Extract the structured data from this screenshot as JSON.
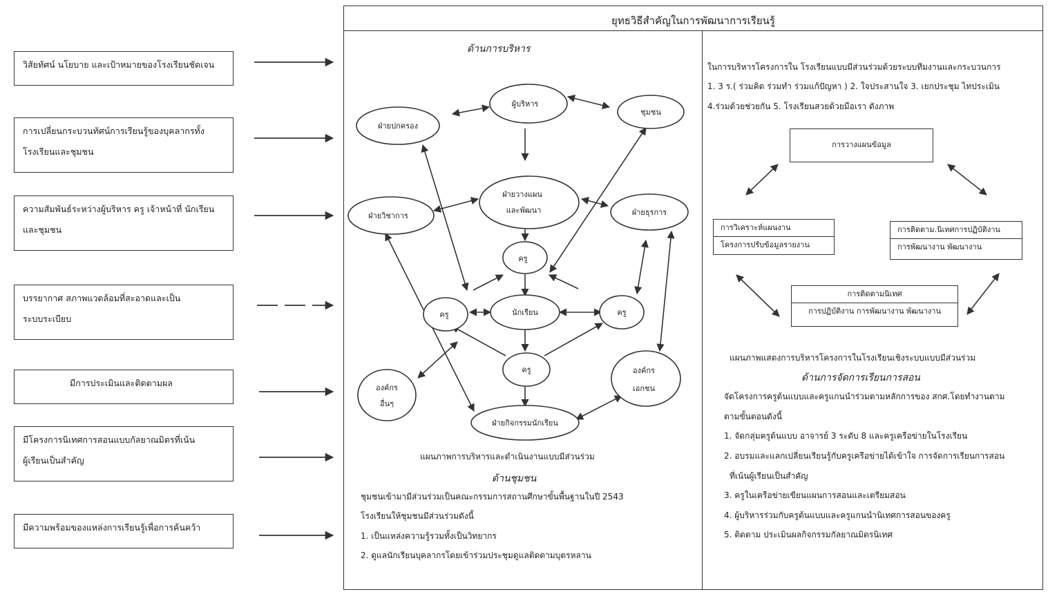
{
  "left_boxes": [
    "วิสัยทัศน์ นโยบาย และเป้าหมายของโรงเรียนชัดเจน",
    "การเปลี่ยนกระบวนทัศน์การเรียนรู้ของบุคลากรทั้ง",
    "โรงเรียนและชุมชน",
    "ความสัมพันธ์ระหว่างผู้บริหาร ครู เจ้าหน้าที่ นักเรียน",
    "และชุมชน",
    "บรรยากาศ สภาพแวดล้อมที่สะอาดและเป็น",
    "ระบบระเบียบ",
    "มีการประเมินและติดตามผล",
    "มีโครงการนิเทศการสอนแบบกัลยาณมิตรที่เน้น",
    "ผู้เรียนเป็นสำคัญ",
    "มีความพร้อมของแหล่งการเรียนรู้เพื่อการค้นคว้า"
  ],
  "title": "ยุทธวิธีสำคัญในการพัฒนาการเรียนรู้",
  "admin": {
    "heading": "ด้านการบริหาร",
    "nodes": {
      "executive": "ผู้บริหาร",
      "governance": "ฝ่ายปกครอง",
      "community": "ชุมชน",
      "planning_1": "ฝ่ายวางแผน",
      "planning_2": "และพัฒนา",
      "academic": "ฝ่ายวิชาการ",
      "business": "ฝ่ายธุรการ",
      "teacher": "ครู",
      "student": "นักเรียน",
      "other_org_1": "องค์กร",
      "other_org_2": "อื่นๆ",
      "private_org_1": "องค์กร",
      "private_org_2": "เอกชน",
      "student_affairs": "ฝ่ายกิจกรรมนักเรียน"
    },
    "caption": "แผนภาพการบริหารและดำเนินงานแบบมีส่วนร่วม"
  },
  "community": {
    "heading": "ด้านชุมชน",
    "line1": "ชุมชนเข้ามามีส่วนร่วมเป็นคณะกรรมการสถานศึกษาขั้นพื้นฐานในปี 2543",
    "line2": "โรงเรียนให้ชุมชนมีส่วนร่วมดังนี้",
    "item1": "1. เป็นแหล่งความรู้รวมทั้งเป็นวิทยากร",
    "item2": "2. ดูแลนักเรียนบุคลากรโดยเข้าร่วมประชุมดูแลติดตามบุตรหลาน"
  },
  "right": {
    "intro1": "ในการบริหารโครงการใน โรงเรียนแบบมีส่วนร่วมด้วยระบบทีมงานและกระบวนการ",
    "intro2": "1. 3 ร.( ร่วมคิด ร่วมทำ ร่วมแก้ปัญหา )   2. ใจประสานใจ   3. เยกประชุม  ไทประเมิน",
    "intro3": "4.ร่วมด้วยช่วยกัน  5. โรงเรียนสวยด้วยมือเรา ดังภาพ",
    "box_top": "การวางแผนข้อมูล",
    "box_left_1": "การวิเคราะห์แผนงาน",
    "box_left_2": "โครงการปรับข้อมูลรายงาน",
    "box_right_1": "การติดตาม.นิเทศการปฏิบัติงาน",
    "box_right_2": "การพัฒนางาน พัฒนางาน",
    "box_bottom_1": "การติดตามนิเทศ",
    "box_bottom_2": "การปฏิบัติงาน การพัฒนางาน พัฒนางาน",
    "caption": "แผนภาพแสดงการบริหารโครงการในโรงเรียนเชิงระบบแบบมีส่วนร่วม",
    "teaching_heading": "ด้านการจัดการเรียนการสอน",
    "t1": "จัดโครงการครูต้นแบบและครูแกนนำร่วมตามหลักการของ สกศ.โดยทำงานตาม",
    "t2": "ตามขั้นตอนดังนี้",
    "t3": "1. จัดกลุ่มครูต้นแบบ อาจารย์ 3 ระดับ 8 และครูเครือข่ายในโรงเรียน",
    "t4": "2. อบรมและแลกเปลี่ยนเรียนรู้กับครูเครือข่ายได้เข้าใจ การจัดการเรียนการสอน",
    "t5": "ที่เน้นผู้เรียนเป็นสำคัญ",
    "t6": "3. ครูในเครือข่ายเขียนแผนการสอนและเตรียมสอน",
    "t7": "4. ผู้บริหารร่วมกับครูต้นแบบและครูแกนนำนิเทศการสอนของครู",
    "t8": "5. ติดตาม ประเมินผลกิจกรรมกัลยาณมิตรนิเทศ"
  }
}
